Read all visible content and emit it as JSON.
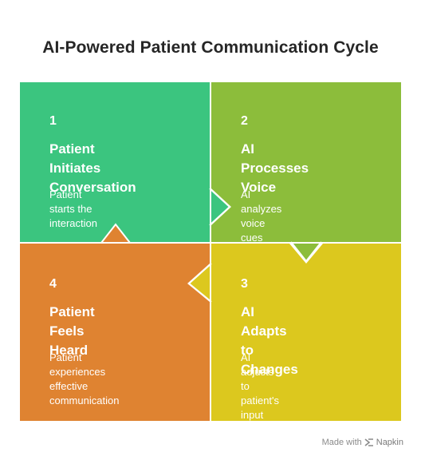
{
  "title": "AI-Powered Patient Communication Cycle",
  "steps": [
    {
      "number": "1",
      "heading_line1": "Patient Initiates",
      "heading_line2": "Conversation",
      "desc_line1": "Patient starts the",
      "desc_line2": "interaction",
      "desc_line3": "",
      "color": "#3bc57f"
    },
    {
      "number": "2",
      "heading_line1": "AI Processes",
      "heading_line2": "Voice",
      "desc_line1": "AI analyzes voice cues",
      "desc_line2": "",
      "desc_line3": "",
      "color": "#8cbd3b"
    },
    {
      "number": "3",
      "heading_line1": "AI Adapts to",
      "heading_line2": "Changes",
      "desc_line1": "AI adjusts to patient's",
      "desc_line2": "input",
      "desc_line3": "",
      "color": "#dcc81e"
    },
    {
      "number": "4",
      "heading_line1": "Patient Feels",
      "heading_line2": "Heard",
      "desc_line1": "Patient experiences",
      "desc_line2": "effective",
      "desc_line3": "communication",
      "color": "#df8331"
    }
  ],
  "watermark": {
    "prefix": "Made with",
    "brand": "Napkin",
    "icon": "napkin-logo-icon"
  }
}
